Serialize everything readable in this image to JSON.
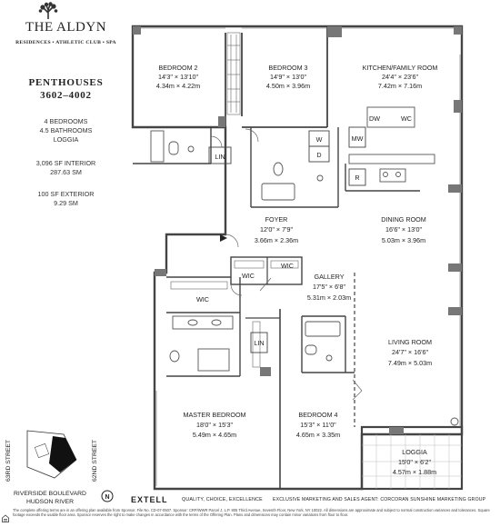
{
  "brand": {
    "name": "THE ALDYN",
    "tagline": "RESIDENCES • ATHLETIC CLUB • SPA"
  },
  "unit": {
    "title_line1": "PENTHOUSES",
    "title_line2": "3602–4002",
    "bedrooms": "4 BEDROOMS",
    "bathrooms": "4.5 BATHROOMS",
    "loggia": "LOGGIA",
    "interior_sf": "3,096 SF INTERIOR",
    "interior_sm": "287.63 SM",
    "exterior_sf": "100 SF EXTERIOR",
    "exterior_sm": "9.29 SM"
  },
  "rooms": {
    "bedroom2": {
      "name": "BEDROOM 2",
      "imperial": "14'3\" × 13'10\"",
      "metric": "4.34m × 4.22m"
    },
    "bedroom3": {
      "name": "BEDROOM 3",
      "imperial": "14'9\" × 13'0\"",
      "metric": "4.50m × 3.96m"
    },
    "kitchen": {
      "name": "KITCHEN/FAMILY ROOM",
      "imperial": "24'4\" × 23'6\"",
      "metric": "7.42m × 7.16m"
    },
    "foyer": {
      "name": "FOYER",
      "imperial": "12'0\" × 7'9\"",
      "metric": "3.66m × 2.36m"
    },
    "dining": {
      "name": "DINING ROOM",
      "imperial": "16'6\" × 13'0\"",
      "metric": "5.03m × 3.96m"
    },
    "gallery": {
      "name": "GALLERY",
      "imperial": "17'5\" × 6'8\"",
      "metric": "5.31m × 2.03m"
    },
    "living": {
      "name": "LIVING ROOM",
      "imperial": "24'7\" × 16'6\"",
      "metric": "7.49m × 5.03m"
    },
    "master": {
      "name": "MASTER BEDROOM",
      "imperial": "18'0\" × 15'3\"",
      "metric": "5.49m × 4.65m"
    },
    "bedroom4": {
      "name": "BEDROOM 4",
      "imperial": "15'3\" × 11'0\"",
      "metric": "4.65m × 3.35m"
    },
    "loggia": {
      "name": "LOGGIA",
      "imperial": "15'0\" × 6'2\"",
      "metric": "4.57m × 1.88m"
    }
  },
  "labels": {
    "lin": "LIN",
    "wic": "WIC",
    "w": "W",
    "d": "D",
    "dw": "DW",
    "wc": "WC",
    "mw": "MW",
    "r": "R"
  },
  "keyplan": {
    "street_left": "63RD STREET",
    "street_right": "62ND STREET",
    "boulevard": "RIVERSIDE BOULEVARD",
    "river": "HUDSON RIVER",
    "north": "N"
  },
  "footer": {
    "developer": "EXTELL",
    "developer_tagline": "QUALITY, CHOICE, EXCELLENCE",
    "agent": "EXCLUSIVE MARKETING AND SALES AGENT: CORCORAN SUNSHINE MARKETING GROUP",
    "disclaimer": "The complete offering terms are in an offering plan available from Sponsor. File No. CD-07-0507. Sponsor: CRP/WWR Parcel J, L.P. 805 Third Avenue, Seventh Floor, New York, NY 10022. All dimensions are approximate and subject to normal construction variances and tolerances. Square footage exceeds the usable floor area. Sponsor reserves the right to make changes in accordance with the terms of the Offering Plan. Plans and dimensions may contain minor variations from floor to floor."
  }
}
